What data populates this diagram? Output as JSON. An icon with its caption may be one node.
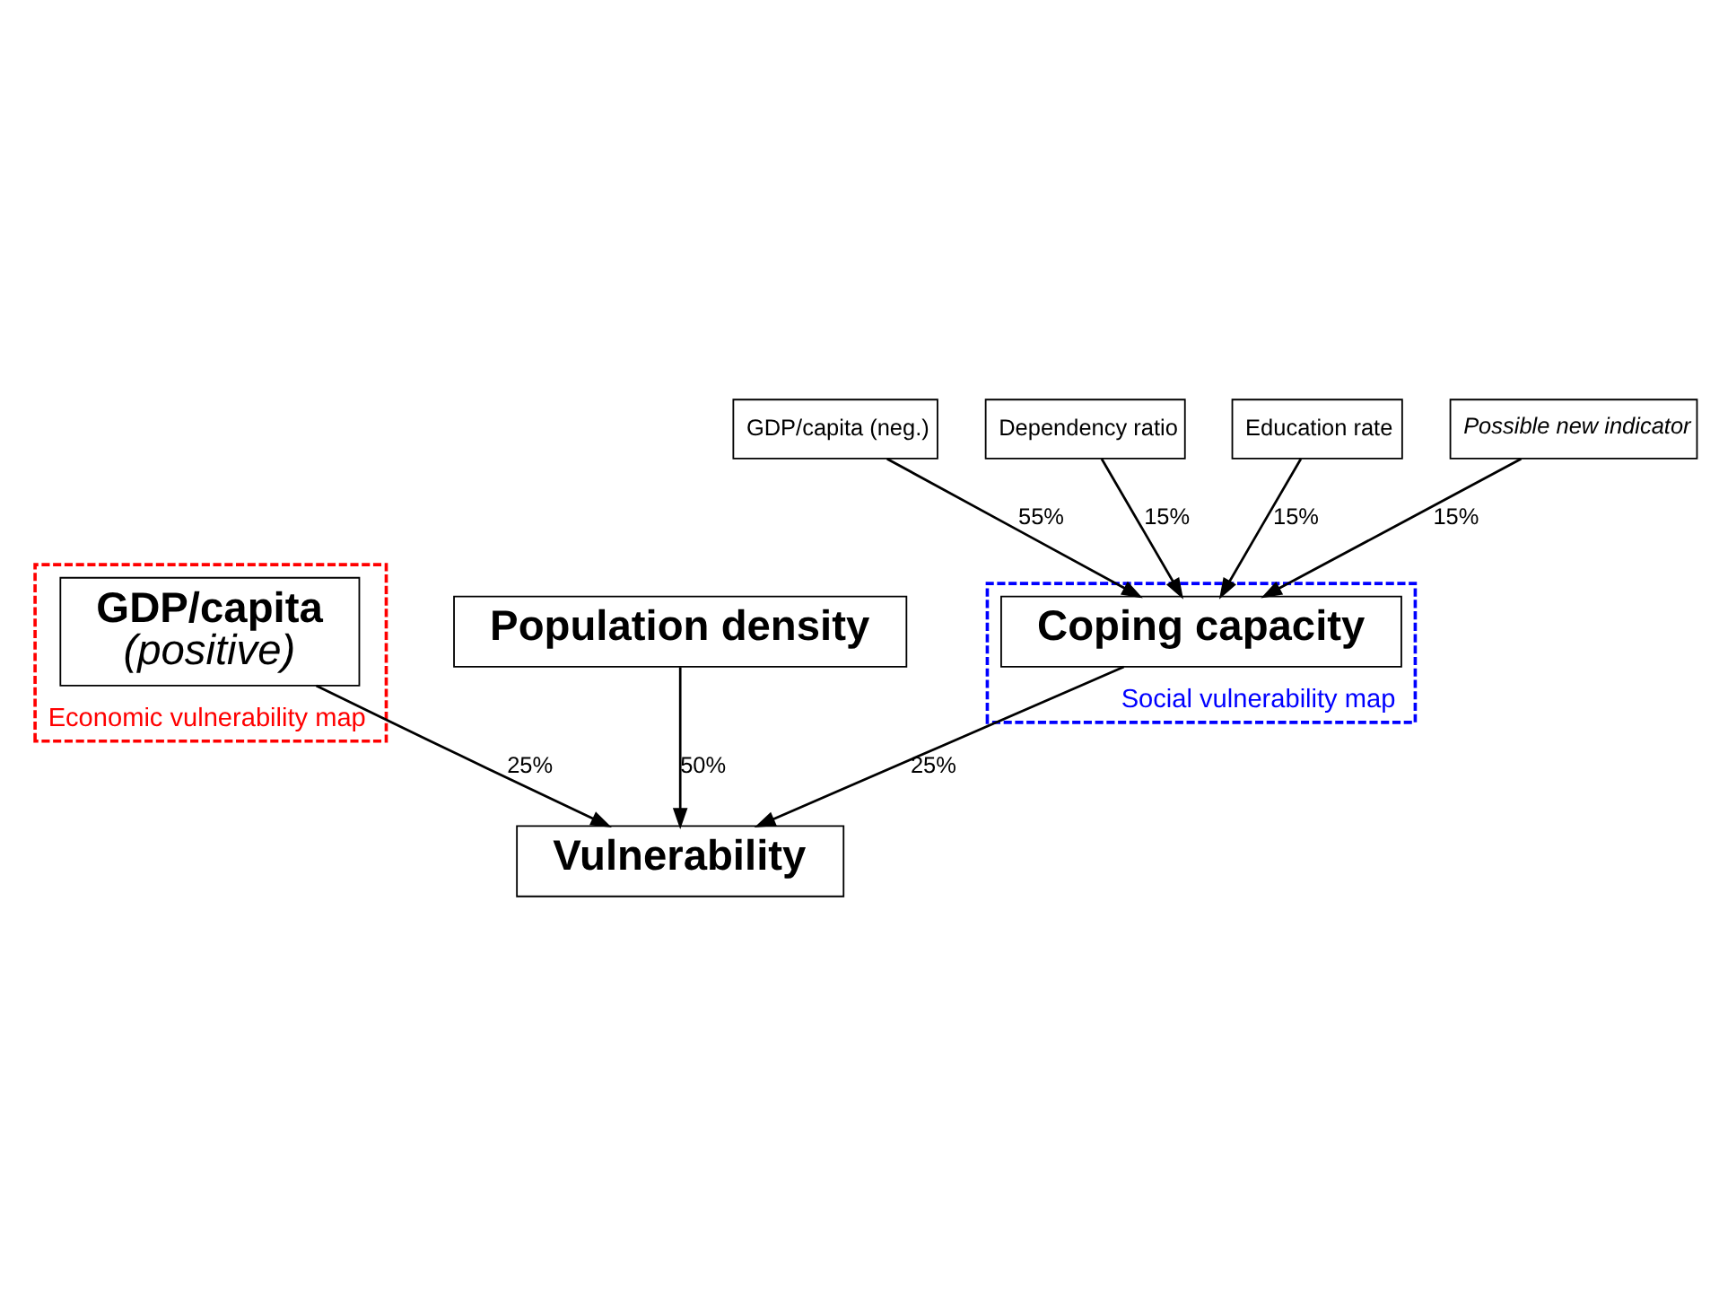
{
  "diagram": {
    "nodes": [
      {
        "text": [
          "Economic vulnerability map"
        ]
      },
      {
        "text": [
          "GDP/capita",
          "(positive)"
        ],
        "in": 0
      },
      {
        "text": [
          "Social vulnerability map"
        ]
      },
      {
        "text": [
          "Population density"
        ]
      },
      {
        "text": [
          "Coping capacity"
        ],
        "in": 2
      },
      {
        "text": [
          "GDP/capita (neg.)"
        ]
      },
      {
        "text": [
          "Dependency ratio"
        ]
      },
      {
        "text": [
          "Education rate"
        ]
      },
      {
        "text": [
          "Possible new indicator"
        ]
      },
      {
        "text": [
          "Vulnerability"
        ]
      }
    ],
    "edges": [
      {
        "from": 5,
        "to": 4,
        "arrow": "to",
        "label": "55%"
      },
      {
        "from": 6,
        "to": 4,
        "arrow": "to",
        "label": "15%"
      },
      {
        "from": 7,
        "to": 4,
        "arrow": "to",
        "label": "15%"
      },
      {
        "from": 8,
        "to": 4,
        "arrow": "to",
        "label": "15%"
      },
      {
        "from": 1,
        "to": 9,
        "arrow": "to",
        "label": "25%"
      },
      {
        "from": 3,
        "to": 9,
        "arrow": "to",
        "label": "50%"
      },
      {
        "from": 4,
        "to": 9,
        "arrow": "to",
        "label": "25%"
      }
    ]
  }
}
